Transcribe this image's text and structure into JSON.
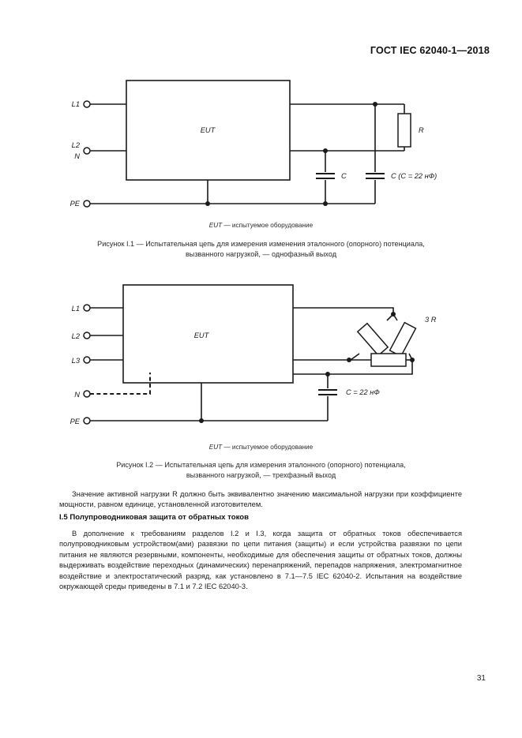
{
  "header": {
    "standard_id": "ГОСТ IEC 62040-1—2018"
  },
  "figure1": {
    "block_label": "EUT",
    "terminals": [
      "L1",
      "L2",
      "N",
      "PE"
    ],
    "resistor_label": "R",
    "cap1_label": "C",
    "cap2_label": "C (C = 22 нФ)",
    "note_term": "EUT",
    "note_text": " — испытуемое оборудование",
    "caption_line1": "Рисунок I.1 — Испытательная цепь для измерения изменения эталонного (опорного) потенциала,",
    "caption_line2": "вызванного нагрузкой, — однофазный выход"
  },
  "figure2": {
    "block_label": "EUT",
    "terminals": [
      "L1",
      "L2",
      "L3",
      "N",
      "PE"
    ],
    "resistor_label": "3  R",
    "cap_label": "C = 22 нФ",
    "note_term": "EUT",
    "note_text": " — испытуемое оборудование",
    "caption_line1": "Рисунок I.2 — Испытательная цепь для измерения эталонного (опорного) потенциала,",
    "caption_line2": "вызванного нагрузкой, — трехфазный выход"
  },
  "body": {
    "paragraph1": "Значение активной нагрузки R должно быть эквивалентно значению максимальной нагрузки при коэффициенте мощности, равном единице, установленной изготовителем.",
    "section_heading": "I.5 Полупроводниковая защита от обратных токов",
    "paragraph2": "В дополнение к требованиям разделов I.2 и I.3, когда защита от обратных токов обеспечивается полупроводниковым устройством(ами) развязки по цепи питания (защиты) и если устройства развязки по цепи питания не являются резервными, компоненты, необходимые для обеспечения защиты от обратных токов, должны выдерживать воздействие переходных (динамических) перенапряжений, перепадов напряжения, электромагнитное воздействие и электростатический разряд, как установлено в 7.1—7.5 IEC 62040-2. Испытания на воздействие окружающей среды приведены в 7.1 и 7.2 IEC 62040-3.",
    "page_number": "31"
  }
}
